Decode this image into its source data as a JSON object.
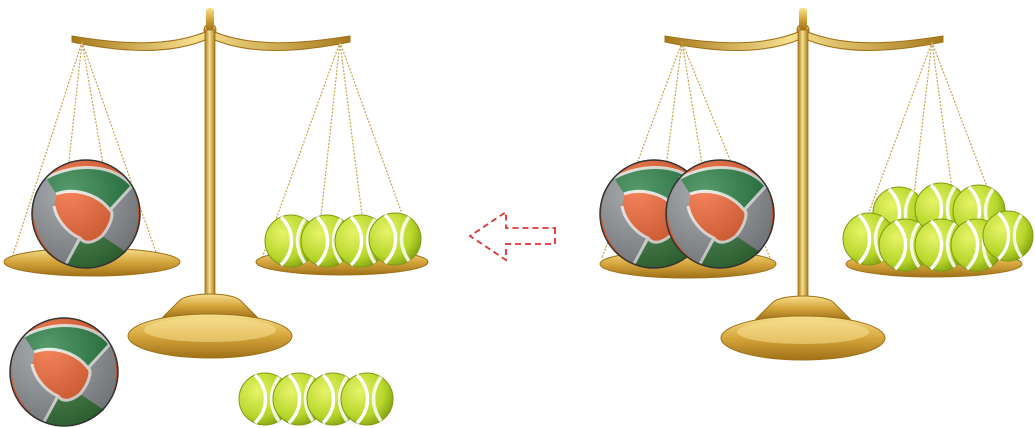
{
  "scene": {
    "description_free": true,
    "left_scale": {
      "left_pan_volleyballs": 1,
      "right_pan_tennis_balls": 4
    },
    "left_extra": {
      "volleyballs": 1,
      "tennis_balls": 4
    },
    "right_scale": {
      "left_pan_volleyballs": 2,
      "right_pan_tennis_balls": 8
    },
    "arrow": {
      "direction": "left",
      "style": "dashed"
    }
  },
  "colors": {
    "gold": "#d9ad45",
    "gold_dark": "#a77a1d",
    "gold_light": "#f6dc8a",
    "volleyball_orange": "#ef5a24",
    "volleyball_green": "#1f7a3c",
    "volleyball_gray": "#8f9498",
    "tennis_yellow": "#b7d62a",
    "arrow_red": "#e03131"
  },
  "icons": [
    "scale-icon",
    "volleyball-icon",
    "tennis-ball-icon",
    "dashed-arrow-left-icon"
  ]
}
